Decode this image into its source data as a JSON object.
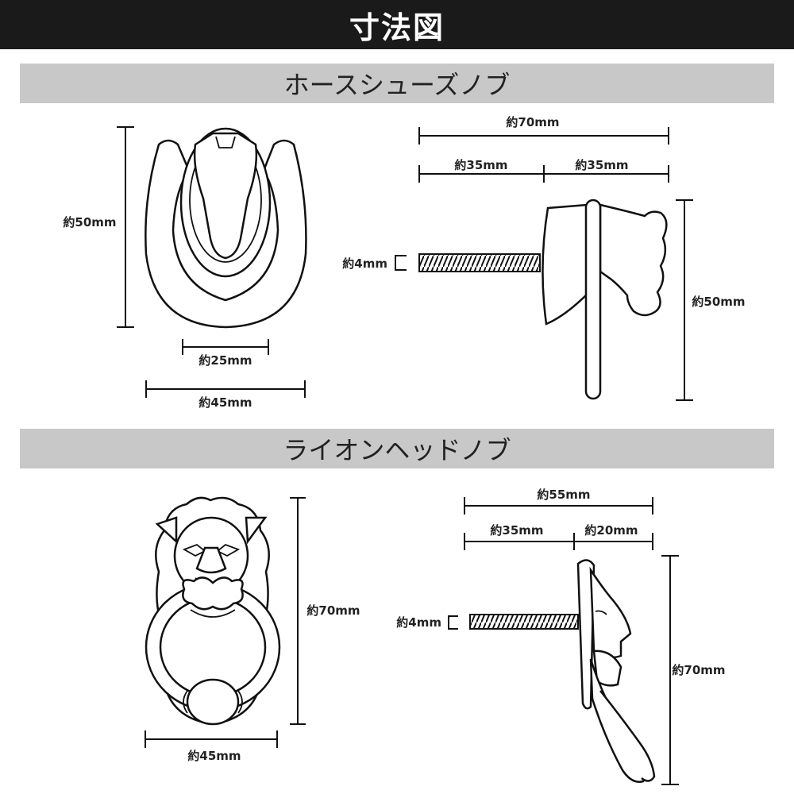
{
  "title": "寸法図",
  "sections": [
    {
      "name": "ホースシューズノブ",
      "dimensions": {
        "height_front": "約50mm",
        "inner_width": "約25mm",
        "width": "約45mm",
        "depth_total": "約70mm",
        "screw_length": "約35mm",
        "knob_depth": "約35mm",
        "screw_diameter": "約4mm",
        "height_side": "約50mm"
      }
    },
    {
      "name": "ライオンヘッドノブ",
      "dimensions": {
        "height_front": "約70mm",
        "width": "約45mm",
        "depth_total": "約55mm",
        "screw_length": "約35mm",
        "knob_depth": "約20mm",
        "screw_diameter": "約4mm",
        "height_side": "約70mm"
      }
    }
  ]
}
